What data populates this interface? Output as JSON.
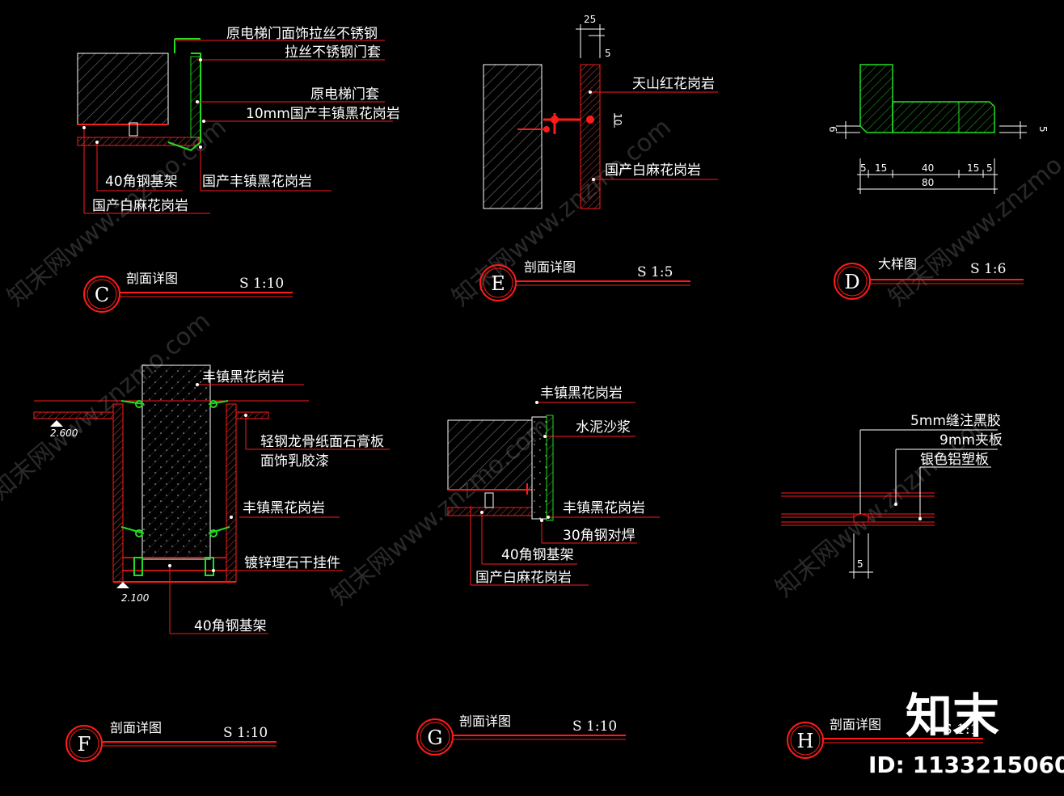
{
  "details": {
    "C": {
      "letter": "C",
      "title": "剖面详图",
      "scale": "S 1:10",
      "labels": [
        "原电梯门面饰拉丝不锈钢",
        "拉丝不锈钢门套",
        "原电梯门套",
        "10mm国产丰镇黑花岗岩",
        "40角钢基架",
        "国产丰镇黑花岗岩",
        "国产白麻花岗岩"
      ]
    },
    "E": {
      "letter": "E",
      "title": "剖面详图",
      "scale": "S 1:5",
      "labels": [
        "天山红花岗岩",
        "国产白麻花岗岩"
      ],
      "dims": [
        "25",
        "5",
        "10"
      ]
    },
    "D": {
      "letter": "D",
      "title": "大样图",
      "scale": "S 1:6",
      "dims": [
        "6",
        "5",
        "5",
        "15",
        "40",
        "15",
        "5",
        "80"
      ]
    },
    "F": {
      "letter": "F",
      "title": "剖面详图",
      "scale": "S 1:10",
      "labels": [
        "丰镇黑花岗岩",
        "轻钢龙骨纸面石膏板",
        "面饰乳胶漆",
        "丰镇黑花岗岩",
        "镀锌理石干挂件",
        "40角钢基架"
      ],
      "levels": [
        "2.600",
        "2.100"
      ]
    },
    "G": {
      "letter": "G",
      "title": "剖面详图",
      "scale": "S 1:10",
      "labels": [
        "丰镇黑花岗岩",
        "水泥沙浆",
        "丰镇黑花岗岩",
        "30角钢对焊",
        "40角钢基架",
        "国产白麻花岗岩"
      ]
    },
    "H": {
      "letter": "H",
      "title": "剖面详图",
      "scale": "S 1:1",
      "labels": [
        "5mm缝注黑胶",
        "9mm夹板",
        "银色铝塑板"
      ],
      "dims": [
        "5"
      ]
    }
  },
  "watermark": "知末网www.znzmo.com",
  "brand": "知末",
  "id_text": "ID: 1133215060",
  "colors": {
    "background": "#000000",
    "red": "#ff1a1a",
    "green": "#22dd22",
    "text": "#ffffff"
  }
}
